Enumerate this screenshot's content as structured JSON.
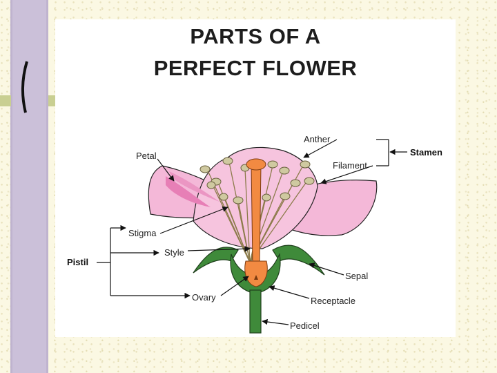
{
  "slide": {
    "title_line1": "PARTS OF A",
    "title_line2": "PERFECT FLOWER"
  },
  "labels": {
    "anther": "Anther",
    "filament": "Filament",
    "stamen": "Stamen",
    "petal": "Petal",
    "stigma": "Stigma",
    "style": "Style",
    "pistil": "Pistil",
    "ovary": "Ovary",
    "sepal": "Sepal",
    "receptacle": "Receptacle",
    "pedicel": "Pedicel"
  },
  "colors": {
    "petal": "#f4b8d8",
    "petal_dark": "#e77fb6",
    "pistil": "#f28a42",
    "sepal": "#3f8a3a",
    "anther": "#cfc9a0",
    "sidebar": "#cbc0d9",
    "accent": "#c9cf92"
  }
}
